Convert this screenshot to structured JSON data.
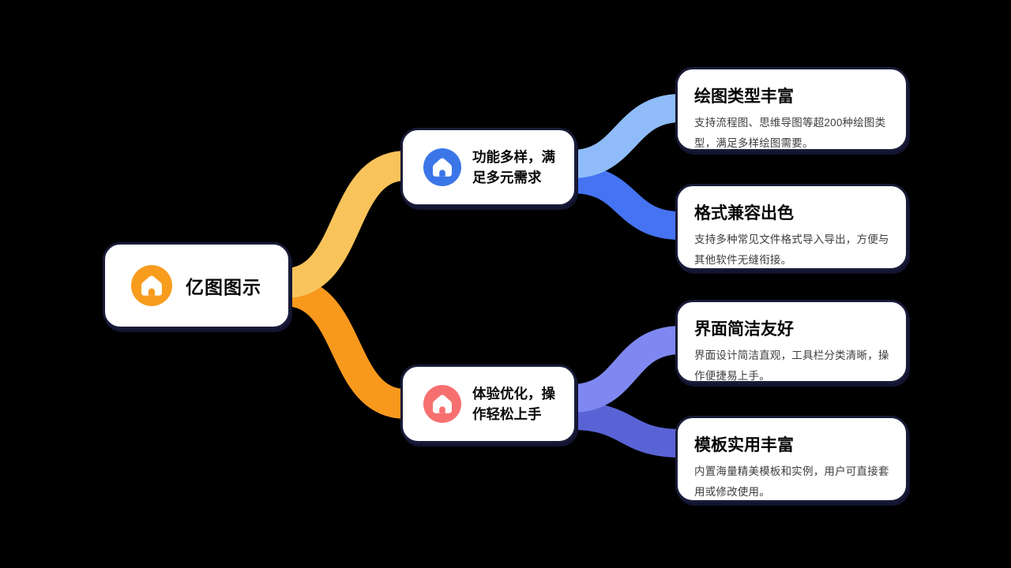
{
  "canvas": {
    "background_color": "#000000",
    "card_background": "#ffffff",
    "card_border_color": "#191b38"
  },
  "root": {
    "label": "亿图图示",
    "icon": "home-icon",
    "icon_color": "#F89C1E"
  },
  "branches": [
    {
      "label": "功能多样，满足多元需求",
      "icon": "home-icon",
      "icon_color": "#3B76E8",
      "connector_color": "#F9C35B",
      "children": [
        {
          "title": "绘图类型丰富",
          "body": "支持流程图、思维导图等超200种绘图类型，满足多样绘图需要。",
          "connector_color": "#8FBCF8"
        },
        {
          "title": "格式兼容出色",
          "body": "支持多种常见文件格式导入导出，方便与其他软件无缝衔接。",
          "connector_color": "#4573F2"
        }
      ]
    },
    {
      "label": "体验优化，操作轻松上手",
      "icon": "home-icon",
      "icon_color": "#F77070",
      "connector_color": "#F8991D",
      "children": [
        {
          "title": "界面简洁友好",
          "body": "界面设计简洁直观，工具栏分类清晰，操作便捷易上手。",
          "connector_color": "#7E88F0"
        },
        {
          "title": "模板实用丰富",
          "body": "内置海量精美模板和实例，用户可直接套用或修改使用。",
          "connector_color": "#5A63D5"
        }
      ]
    }
  ]
}
